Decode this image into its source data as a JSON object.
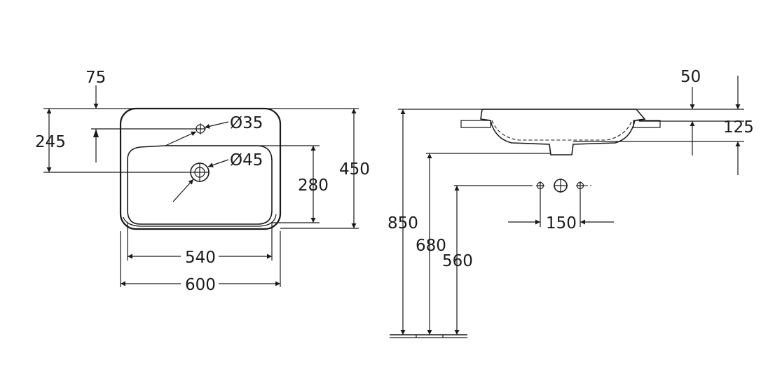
{
  "plan_view": {
    "dim_tap_offset": "75",
    "dim_tap_from_edge": "245",
    "dim_tap_hole_diameter": "Ø35",
    "dim_drain_diameter": "Ø45",
    "dim_basin_depth": "280",
    "dim_overall_depth": "450",
    "dim_basin_width": "540",
    "dim_overall_width": "600"
  },
  "side_view": {
    "dim_rim_thickness": "50",
    "dim_basin_height": "125",
    "dim_rim_height": "850",
    "dim_bottom_height": "680",
    "dim_connection_height": "560",
    "dim_connection_spacing": "150"
  }
}
